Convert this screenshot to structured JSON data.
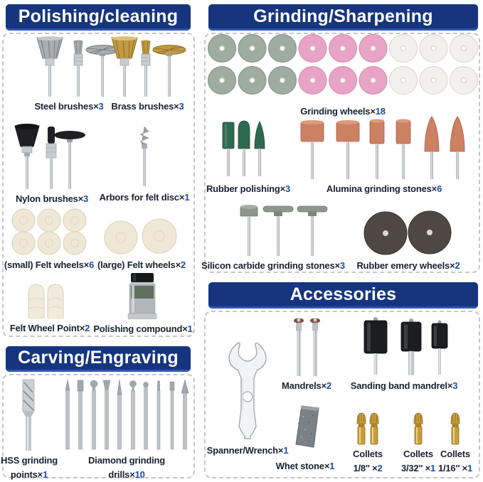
{
  "colors": {
    "header_bg": "#16357e",
    "header_text": "#ffffff",
    "label_text": "#1b2133",
    "count_text": "#1d4ba6",
    "dashed_border": "#c6c6c6"
  },
  "sections": [
    {
      "id": "polishing-cleaning",
      "title": "Polishing/cleaning",
      "items": [
        {
          "id": "steel-brushes",
          "label": "Steel brushes×",
          "count": "3"
        },
        {
          "id": "brass-brushes",
          "label": "Brass brushes×",
          "count": "3"
        },
        {
          "id": "nylon-brushes",
          "label": "Nylon brushes×",
          "count": "3"
        },
        {
          "id": "arbors-for-felt-disc",
          "label": "Arbors for felt disc×",
          "count": "1"
        },
        {
          "id": "small-felt-wheels",
          "label": "(small) Felt wheels×",
          "count": "6"
        },
        {
          "id": "large-felt-wheels",
          "label": "(large) Felt wheels×",
          "count": "2"
        },
        {
          "id": "felt-wheel-point",
          "label": "Felt Wheel Point×",
          "count": "2"
        },
        {
          "id": "polishing-compound",
          "label": "Polishing compound×",
          "count": "1"
        }
      ]
    },
    {
      "id": "grinding-sharpening",
      "title": "Grinding/Sharpening",
      "items": [
        {
          "id": "grinding-wheels",
          "label": "Grinding wheels×",
          "count": "18"
        },
        {
          "id": "rubber-polishing",
          "label": "Rubber polishing×",
          "count": "3"
        },
        {
          "id": "alumina-grinding-stones",
          "label": "Alumina grinding stones×",
          "count": "6"
        },
        {
          "id": "silicon-carbide-grinding-stones",
          "label": "Silicon carbide grinding stones×",
          "count": "3"
        },
        {
          "id": "rubber-emery-wheels",
          "label": "Rubber emery wheels×",
          "count": "2"
        }
      ]
    },
    {
      "id": "carving-engraving",
      "title": "Carving/Engraving",
      "items": [
        {
          "id": "hss-grinding-points",
          "label": "HSS grinding",
          "label2": "points×",
          "count": "1"
        },
        {
          "id": "diamond-grinding-drills",
          "label": "Diamond grinding",
          "label2": "drills×",
          "count": "10"
        }
      ]
    },
    {
      "id": "accessories",
      "title": "Accessories",
      "items": [
        {
          "id": "spanner-wrench",
          "label": "Spanner/Wrench×",
          "count": "1"
        },
        {
          "id": "mandrels",
          "label": "Mandrels×",
          "count": "2"
        },
        {
          "id": "sanding-band-mandrel",
          "label": "Sanding band mandrel×",
          "count": "3"
        },
        {
          "id": "whet-stone",
          "label": "Whet stone×",
          "count": "1"
        },
        {
          "id": "collets-1-8",
          "label": "Collets",
          "label2": "1/8'' ×",
          "count": "2"
        },
        {
          "id": "collets-3-32",
          "label": "Collets",
          "label2": "3/32'' ×",
          "count": "1"
        },
        {
          "id": "collets-1-16",
          "label": "Collets",
          "label2": "1/16'' ×",
          "count": "1"
        }
      ]
    }
  ]
}
